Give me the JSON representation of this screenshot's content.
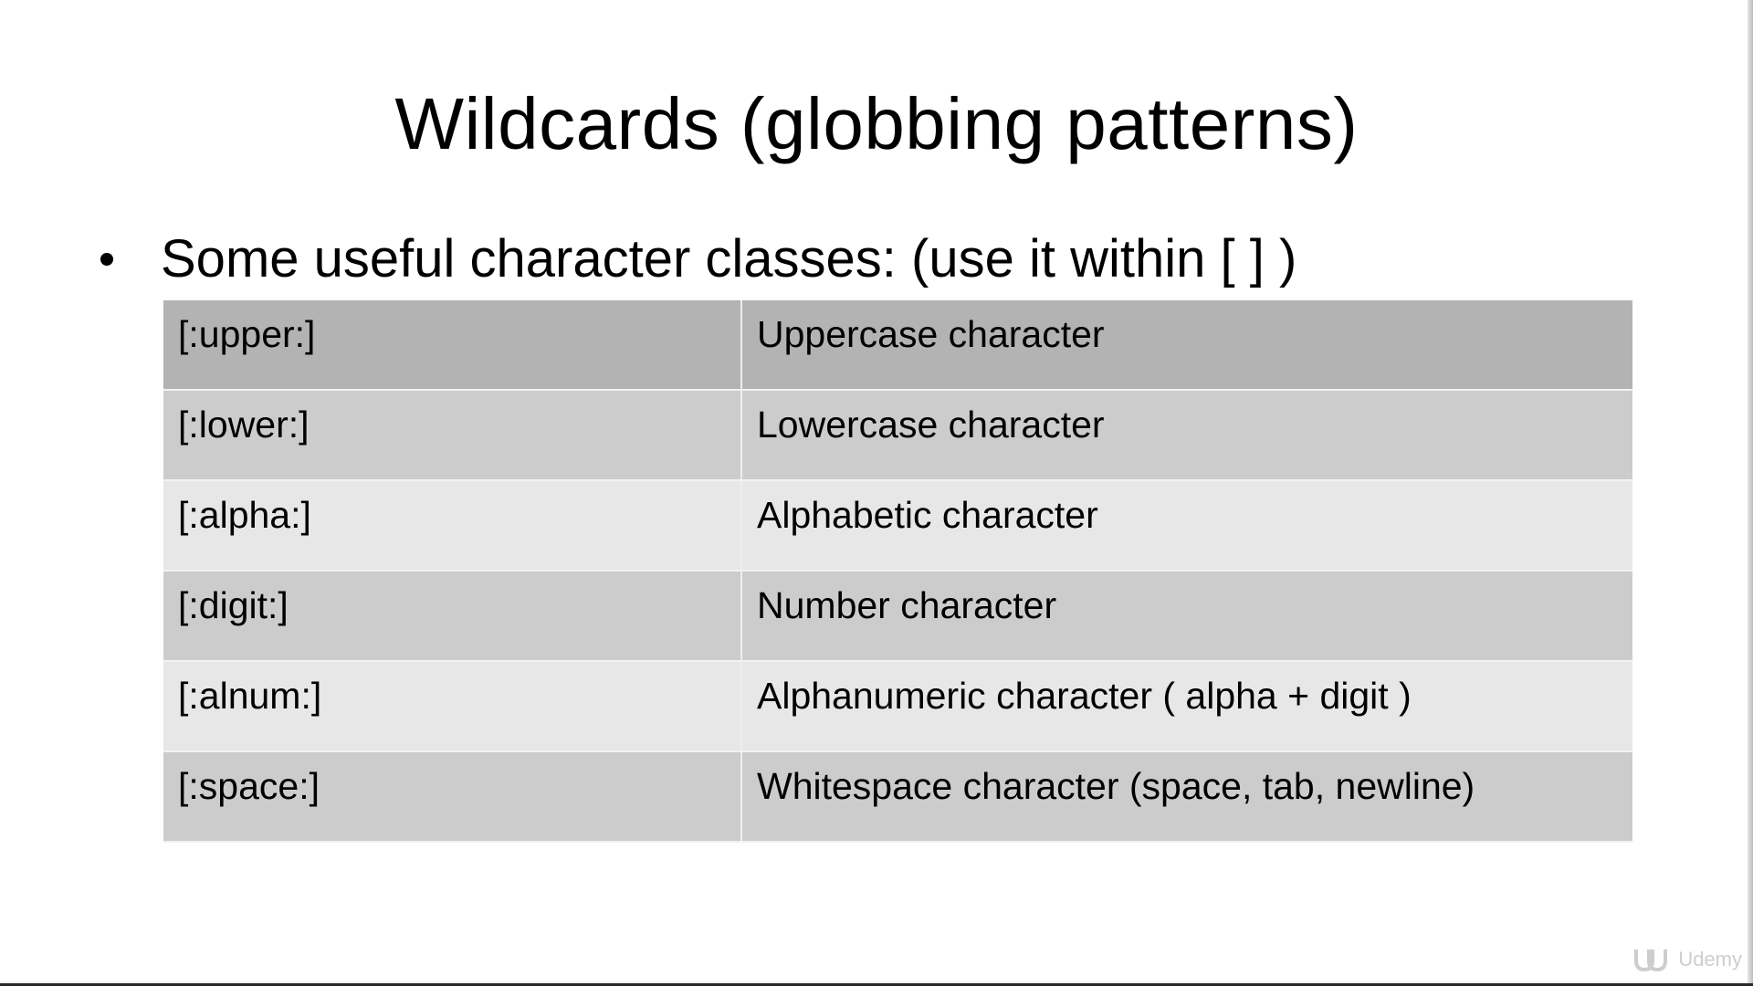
{
  "slide": {
    "title": "Wildcards (globbing patterns)",
    "bullet": "Some useful character classes: (use it within [ ] )"
  },
  "table": {
    "rows": [
      {
        "class": "[:upper:]",
        "description": "Uppercase character"
      },
      {
        "class": "[:lower:]",
        "description": "Lowercase character"
      },
      {
        "class": "[:alpha:]",
        "description": "Alphabetic character"
      },
      {
        "class": "[:digit:]",
        "description": "Number character"
      },
      {
        "class": "[:alnum:]",
        "description": "Alphanumeric character ( alpha + digit )"
      },
      {
        "class": "[:space:]",
        "description": "Whitespace character (space, tab, newline)"
      }
    ]
  },
  "watermark": {
    "text": "Udemy",
    "icon": "udemy-logo-icon"
  },
  "colors": {
    "header_row": "#b3b3b3",
    "dark_row": "#cccccc",
    "light_row": "#e7e7e7"
  }
}
